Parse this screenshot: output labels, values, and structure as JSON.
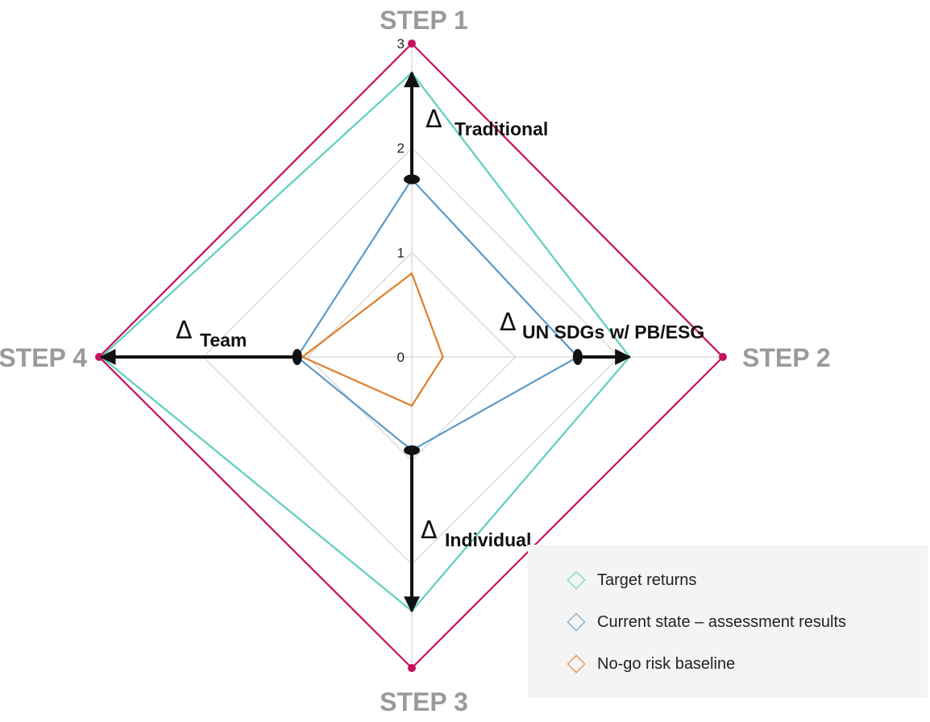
{
  "chart_data": {
    "type": "radar",
    "axes": [
      "STEP 1",
      "STEP 2",
      "STEP 3",
      "STEP 4"
    ],
    "rlim": [
      0,
      3
    ],
    "ticks": [
      "0",
      "1",
      "2",
      "3"
    ],
    "series": [
      {
        "name": "Target returns",
        "values": [
          2.72,
          2.1,
          2.45,
          2.98
        ],
        "color": "#5ecfc0"
      },
      {
        "name": "Current state – assessment results",
        "values": [
          1.7,
          1.6,
          0.9,
          1.1
        ],
        "color": "#5b9ac8"
      },
      {
        "name": "No-go risk baseline",
        "values": [
          0.8,
          0.3,
          0.47,
          1.05
        ],
        "color": "#de7f2a"
      }
    ],
    "outer_frame": {
      "values": [
        3,
        3,
        3,
        3
      ],
      "color": "#c5115f"
    },
    "annotations": [
      {
        "label": "Traditional",
        "axis": "STEP 1",
        "from": 1.7,
        "to": 2.72
      },
      {
        "label": "UN SDGs w/ PB/ESG",
        "axis": "STEP 2",
        "from": 1.6,
        "to": 2.1
      },
      {
        "label": "Individual",
        "axis": "STEP 3",
        "from": 0.9,
        "to": 2.45
      },
      {
        "label": "Team",
        "axis": "STEP 4",
        "from": 1.1,
        "to": 2.98
      }
    ],
    "delta_symbol": "Δ",
    "grid": true,
    "legend_position": "bottom-right"
  }
}
